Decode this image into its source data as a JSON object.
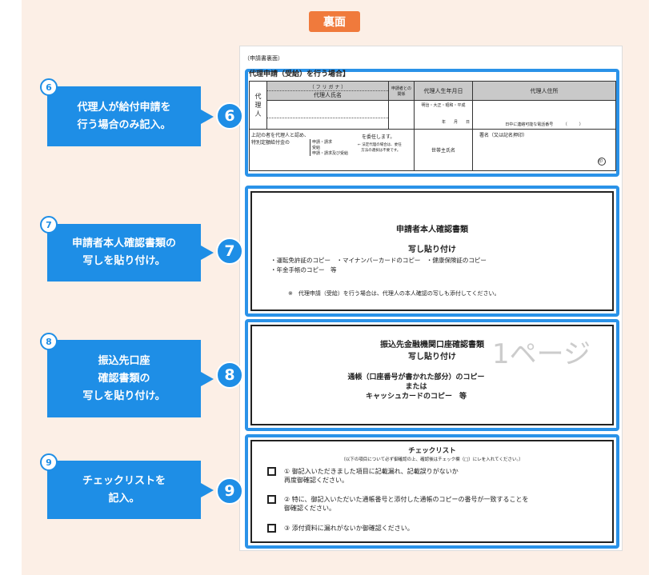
{
  "header": {
    "tag": "裏面"
  },
  "callouts": [
    {
      "num": "6",
      "text": "代理人が給付申請を\n行う場合のみ記入。"
    },
    {
      "num": "7",
      "text": "申請者本人確認書類の\n写しを貼り付け。"
    },
    {
      "num": "8",
      "text": "振込先口座\n確認書類の\n写しを貼り付け。"
    },
    {
      "num": "9",
      "text": "チェックリストを\n記入。"
    }
  ],
  "form": {
    "caption": "（申請書裏面）",
    "s6": {
      "title": "代理申請（受給）を行う場合】",
      "agent": "代\n理\n人",
      "furigana": "（ フ リ ガ ナ ）",
      "name": "代理人氏名",
      "relation": "申請者との\n関係",
      "birth": "代理人生年月日",
      "address": "代理人住所",
      "eras": "明治・大正・昭和・平成",
      "ymd": "年　　月　　日",
      "phone": "日中に連絡可能な電話番号　　　（　　　）",
      "delegate": "上記の者を代理人と認め、\n  特別定額給付金の",
      "options": "申請・請求\n受給\n申請・請求及び受給",
      "entrust": "を委任します。",
      "note": "← 法定代理の場合は、委任\n   方法の選択は不要です。",
      "householder": "世帯主氏名",
      "sign": "署名（又は記名押印）",
      "seal": "印"
    },
    "s7": {
      "title": "申請者本人確認書類",
      "sub": "写し貼り付け",
      "items": "・運転免許証のコピー　・マイナンバーカードのコピー　・健康保険証のコピー\n・年金手帳のコピー　等",
      "note": "※　代理申請（受給）を行う場合は、代理人の本人確認の写しも添付してください。"
    },
    "s8": {
      "watermark": "1ページ",
      "title": "振込先金融機関口座確認書類",
      "sub": "写し貼り付け",
      "body": "通帳（口座番号が書かれた部分）のコピー\nまたは\nキャッシュカードのコピー　等"
    },
    "s9": {
      "title": "チェックリスト",
      "sub": "（以下の項目について必ず御確認の上、確認後はチェック欄（□）にレを入れてください。）",
      "items": [
        "① 御記入いただきました項目に記載漏れ、記載誤りがないか\n    再度御確認ください。",
        "② 特に、御記入いただいた通帳番号と添付した通帳のコピーの番号が一致することを\n    御確認ください。",
        "③ 添付資料に漏れがないか御確認ください。"
      ]
    }
  },
  "colors": {
    "accent": "#1e8ee6",
    "tag": "#f07a3c",
    "background": "#fcefe6"
  }
}
